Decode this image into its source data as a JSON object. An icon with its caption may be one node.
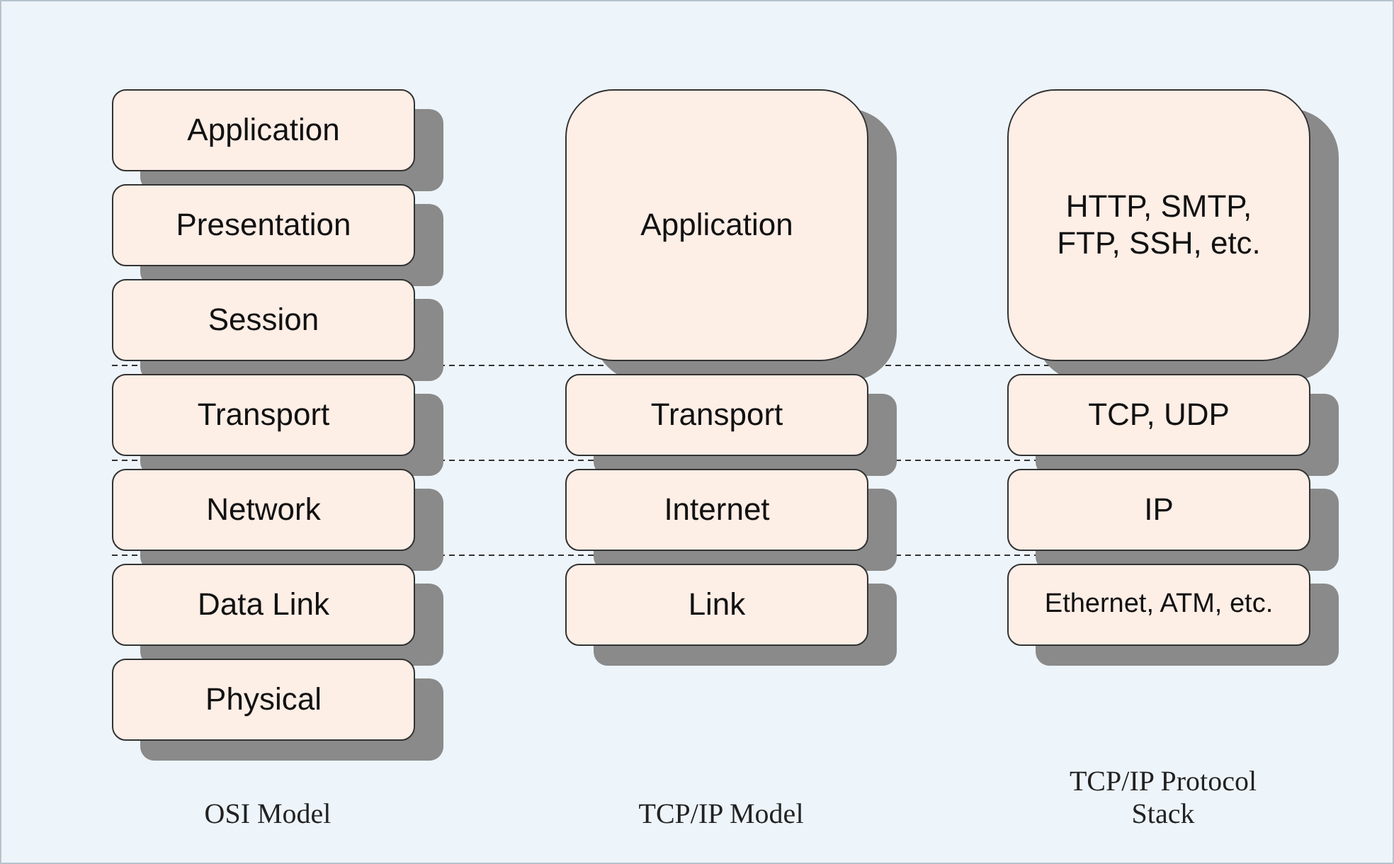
{
  "diagram": {
    "nodes": [
      {
        "text": [
          "Application"
        ]
      },
      {
        "text": [
          "Presentation"
        ]
      },
      {
        "text": [
          "Session"
        ]
      },
      {
        "text": [
          "Transport"
        ]
      },
      {
        "text": [
          "Network"
        ]
      },
      {
        "text": [
          "Data Link"
        ]
      },
      {
        "text": [
          "Physical"
        ]
      },
      {
        "text": [
          "Application"
        ]
      },
      {
        "text": [
          "Transport"
        ]
      },
      {
        "text": [
          "Internet"
        ]
      },
      {
        "text": [
          "Link"
        ]
      },
      {
        "text": [
          "HTTP, SMTP, FTP, SSH, etc."
        ]
      },
      {
        "text": [
          "TCP, UDP"
        ]
      },
      {
        "text": [
          "IP"
        ]
      },
      {
        "text": [
          "Ethernet, ATM, etc."
        ]
      }
    ],
    "labels": [
      "OSI Model",
      "TCP/IP Model",
      "TCP/IP Protocol Stack"
    ]
  }
}
